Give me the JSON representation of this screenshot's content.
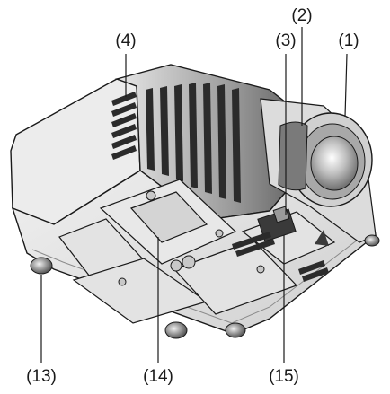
{
  "callouts": {
    "c1": "(1)",
    "c2": "(2)",
    "c3": "(3)",
    "c4": "(4)",
    "c13": "(13)",
    "c14": "(14)",
    "c15": "(15)"
  },
  "colors": {
    "ink": "#1a1a1a",
    "body_light": "#ededed",
    "body_mid": "#d9d9d9",
    "body_dark": "#bdbdbd",
    "vent": "#2b2b2b",
    "lens_glass": "#9a9a9a"
  }
}
